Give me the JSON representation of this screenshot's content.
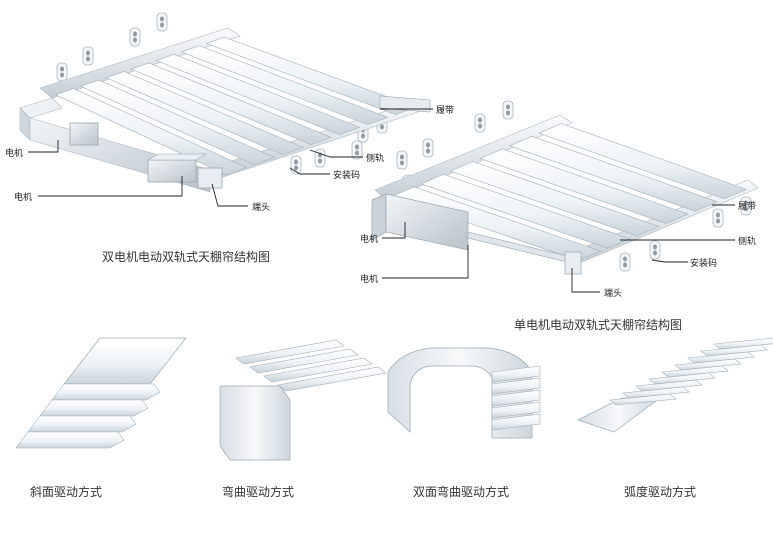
{
  "diagram_top": {
    "caption": "双电机电动双轨式天棚帘结构图",
    "labels": {
      "belt": "履带",
      "rail": "侧轨",
      "bracket": "安装码",
      "end": "端头",
      "motor1": "电机",
      "motor2": "电机"
    }
  },
  "diagram_right": {
    "caption": "单电机电动双轨式天棚帘结构图",
    "labels": {
      "belt": "履带",
      "rail": "侧轨",
      "bracket": "安装码",
      "end": "端头",
      "motor1": "电机",
      "motor2": "电机"
    }
  },
  "drive_modes": [
    {
      "caption": "斜面驱动方式"
    },
    {
      "caption": "弯曲驱动方式"
    },
    {
      "caption": "双面弯曲驱动方式"
    },
    {
      "caption": "弧度驱动方式"
    }
  ]
}
